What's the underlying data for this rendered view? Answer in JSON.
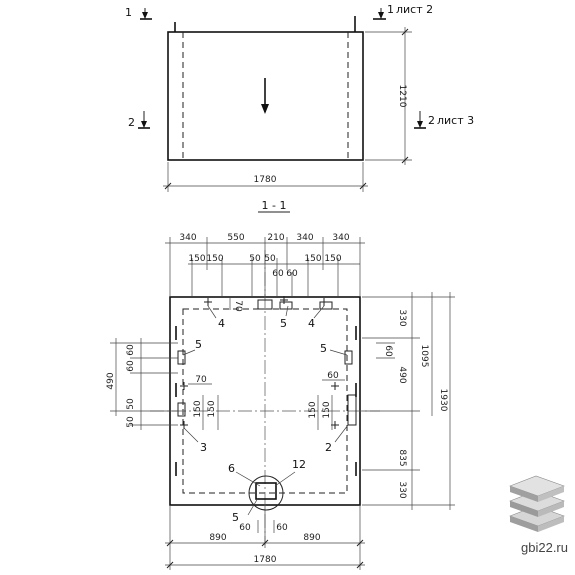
{
  "plan": {
    "width_label": "1780",
    "height_label": "1210",
    "section_marks": [
      "1",
      "1",
      "2",
      "2"
    ],
    "sheet_refs": [
      "лист 2",
      "лист 3"
    ]
  },
  "section_title": "1 - 1",
  "section": {
    "top_dims": [
      "340",
      "550",
      "210",
      "340",
      "340"
    ],
    "sub_dims_left": [
      "150",
      "150"
    ],
    "sub_dims_mid": [
      "50",
      "50",
      "60",
      "60"
    ],
    "sub_dims_right": [
      "150",
      "150"
    ],
    "right_dims": [
      "330",
      "490",
      "835",
      "330"
    ],
    "total_right": [
      "1095",
      "1930"
    ],
    "left_dims": [
      "60",
      "60",
      "490",
      "50",
      "50"
    ],
    "inner_dims": [
      "70",
      "70",
      "150",
      "150",
      "60",
      "150",
      "150",
      "60"
    ],
    "bottom_dims": [
      "890",
      "890",
      "1780",
      "60",
      "60"
    ],
    "callouts": [
      "4",
      "4",
      "5",
      "5",
      "5",
      "5",
      "3",
      "2",
      "6",
      "12"
    ]
  },
  "brand": {
    "site": "gbi22.ru"
  }
}
